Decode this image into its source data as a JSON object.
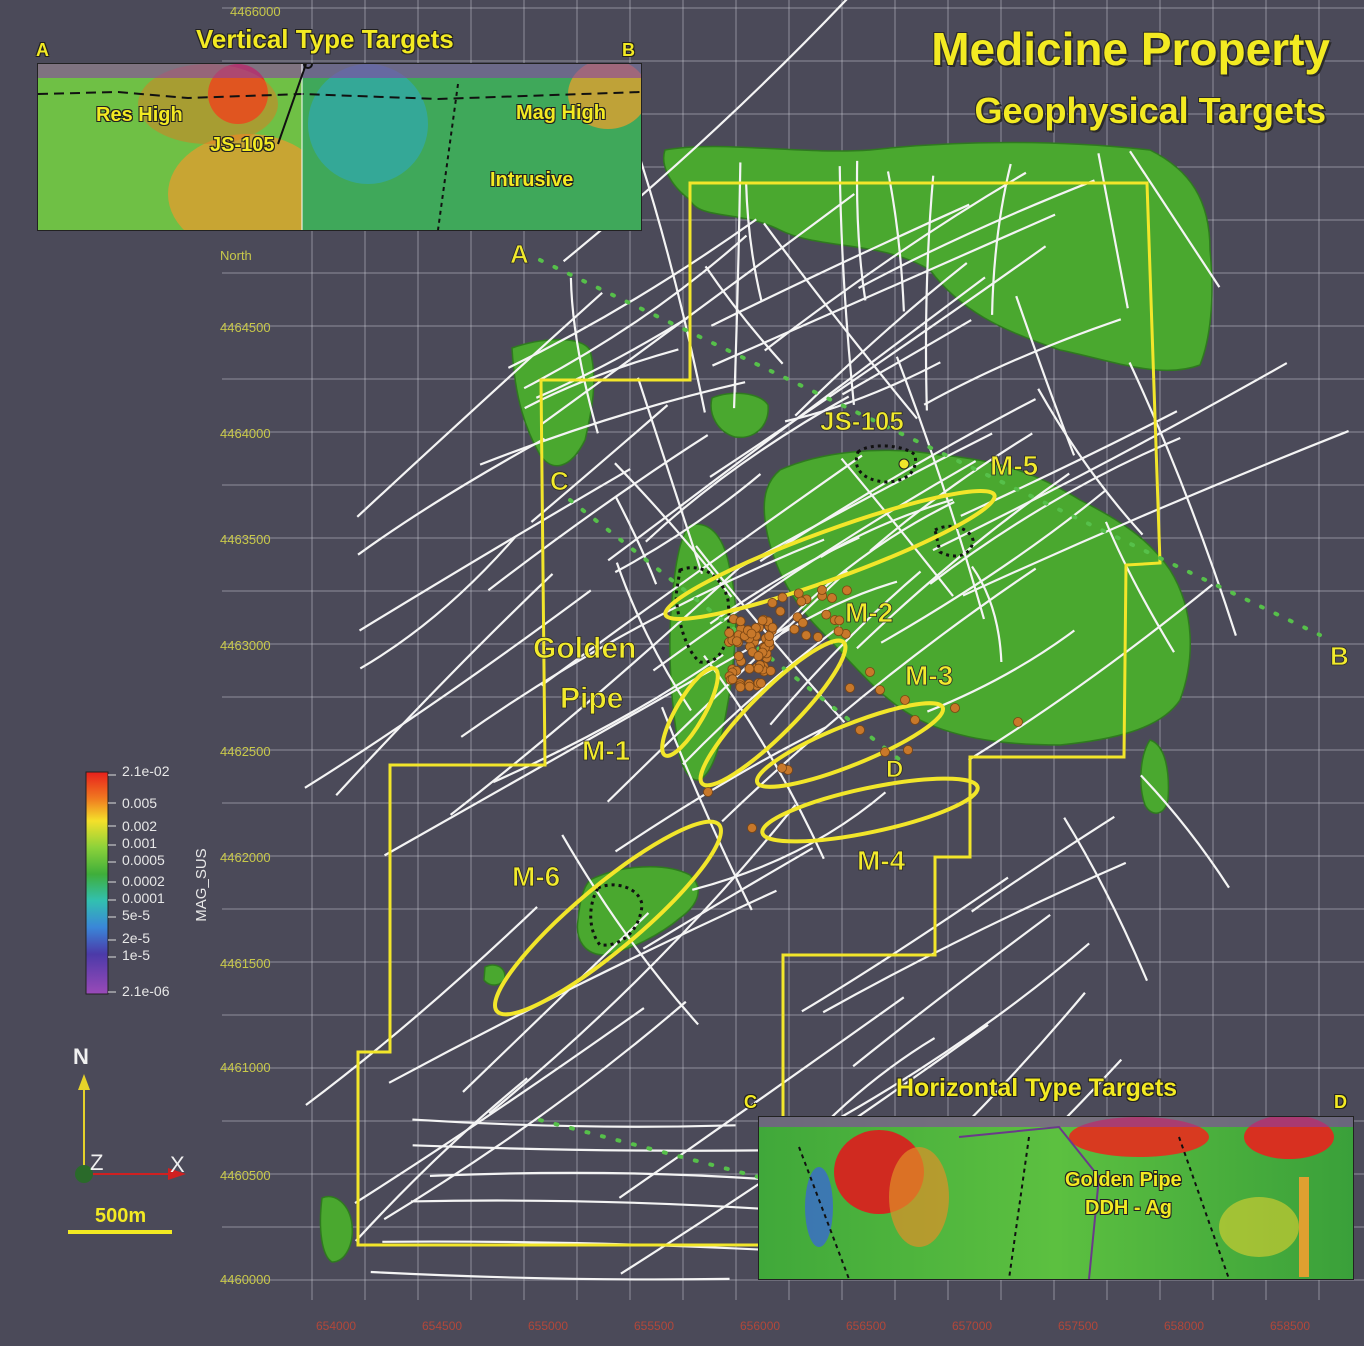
{
  "title": {
    "line1": "Medicine Property",
    "line2": "Geophysical Targets"
  },
  "axes": {
    "north_label": "North",
    "northing_ticks": [
      "4466000",
      "4464500",
      "4464000",
      "4463500",
      "4463000",
      "4462500",
      "4462000",
      "4461500",
      "4461000",
      "4460500",
      "4460000"
    ],
    "easting_ticks": [
      "654000",
      "654500",
      "655000",
      "655500",
      "656000",
      "656500",
      "657000",
      "657500",
      "658000",
      "658500"
    ]
  },
  "section_points": {
    "A": "A",
    "B": "B",
    "C": "C",
    "D": "D"
  },
  "targets": [
    "M-1",
    "M-2",
    "M-3",
    "M-4",
    "M-5",
    "M-6"
  ],
  "feature_labels": {
    "js105": "JS-105",
    "golden": "Golden",
    "pipe": "Pipe"
  },
  "inset_vertical": {
    "title": "Vertical Type Targets",
    "left_end": "A",
    "right_end": "B",
    "labels": {
      "res_high": "Res High",
      "js105": "JS-105",
      "mag_high": "Mag High",
      "intrusive": "Intrusive"
    }
  },
  "inset_horizontal": {
    "title": "Horizontal Type Targets",
    "left_end": "C",
    "right_end": "D",
    "labels": {
      "golden_pipe": "Golden Pipe",
      "ddh": "DDH - Ag"
    }
  },
  "legend": {
    "title": "MAG_SUS",
    "ticks": [
      "2.1e-02",
      "0.005",
      "0.002",
      "0.001",
      "0.0005",
      "0.0002",
      "0.0001",
      "5e-5",
      "2e-5",
      "1e-5",
      "2.1e-06"
    ]
  },
  "axes_triad": {
    "n": "N",
    "z": "Z",
    "x": "X"
  },
  "scale_bar": {
    "label": "500m"
  },
  "colors": {
    "background": "#4b4a59",
    "property_boundary": "#f2e62a",
    "label": "#f2ea2c",
    "anomaly": "#49a82f",
    "drillhole": "#c8782a"
  }
}
